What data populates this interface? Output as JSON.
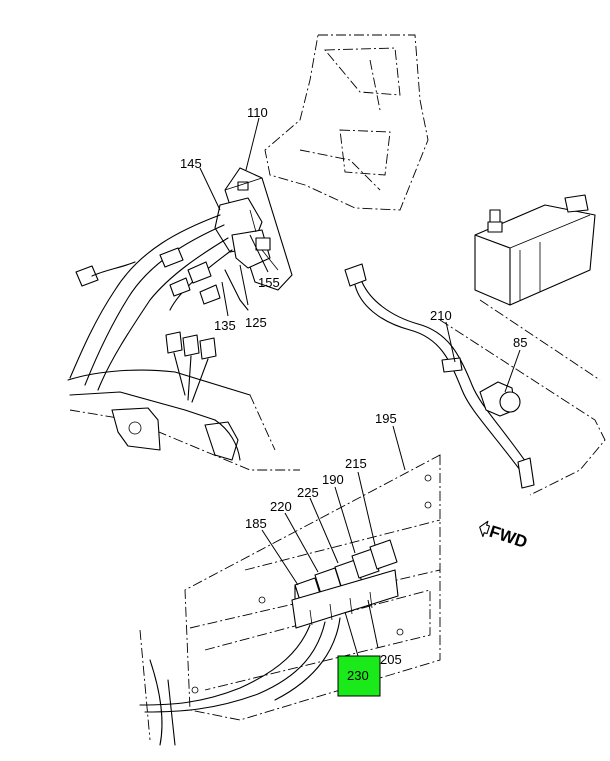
{
  "callouts": {
    "c110": "110",
    "c145": "145",
    "c155": "155",
    "c125": "125",
    "c135": "135",
    "c210": "210",
    "c85": "85",
    "c195": "195",
    "c215": "215",
    "c190": "190",
    "c225": "225",
    "c220": "220",
    "c185": "185",
    "c205": "205",
    "c230": "230"
  },
  "fwd_label": "FWD",
  "highlight_color": "#1aea1a"
}
